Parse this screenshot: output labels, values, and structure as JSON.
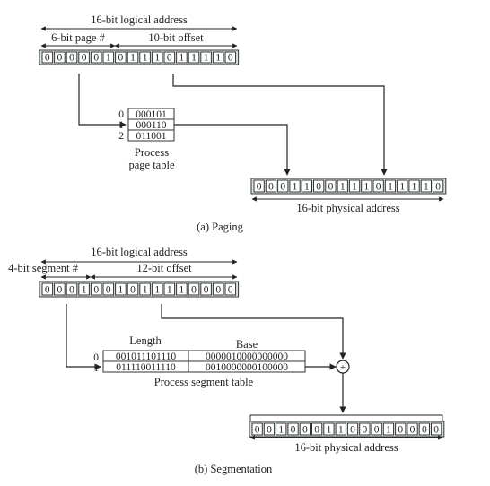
{
  "paging": {
    "logical_label": "16-bit logical address",
    "page_label": "6-bit page #",
    "offset_label": "10-bit offset",
    "logical_bits": "0000010111011110",
    "table_indices": [
      "0",
      "1",
      "2"
    ],
    "table_entries": [
      "000101",
      "000110",
      "011001"
    ],
    "table_caption_1": "Process",
    "table_caption_2": "page table",
    "physical_bits": "0001100111011110",
    "physical_label": "16-bit physical address",
    "caption": "(a) Paging"
  },
  "segmentation": {
    "logical_label": "16-bit logical address",
    "segment_label": "4-bit segment #",
    "offset_label": "12-bit offset",
    "logical_bits": "0001001011110000",
    "length_header": "Length",
    "base_header": "Base",
    "table_indices": [
      "0",
      "1"
    ],
    "lengths": [
      "001011101110",
      "011110011110"
    ],
    "bases": [
      "0000010000000000",
      "0010000000100000"
    ],
    "table_caption": "Process segment table",
    "adder_symbol": "+",
    "physical_bits": "0010001100010000",
    "physical_label": "16-bit physical address",
    "caption": "(b) Segmentation"
  },
  "colors": {
    "bit_strip": "#d7e6e1",
    "line": "#222222"
  }
}
